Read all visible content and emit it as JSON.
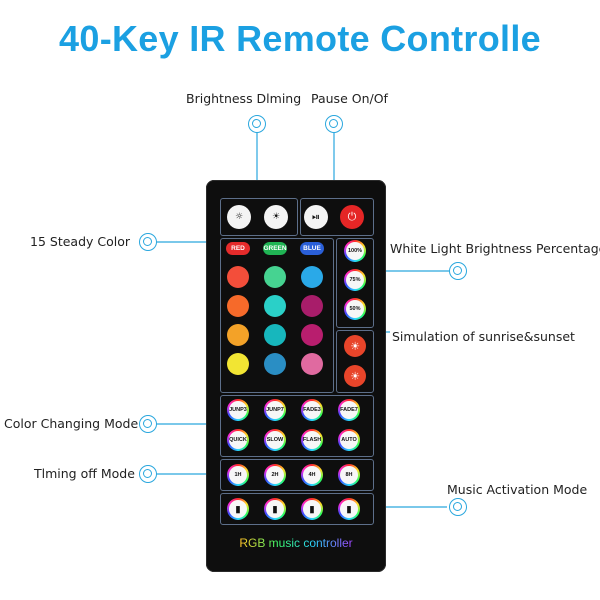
{
  "title": "40-Key IR Remote Controlle",
  "labels": {
    "brightness": "Brightness Dlming",
    "pause": "Pause On/Of",
    "steady": "15 Steady Color",
    "white_light": "White Light Brightness Percentage",
    "sunrise": "Simulation of sunrise&sunset",
    "color_change": "Color Changing Mode",
    "timing": "Tlming off Mode",
    "music": "Music Activation Mode"
  },
  "remote": {
    "brand_text": "RGB music controller",
    "color_row_labels": [
      "RED",
      "GREEN",
      "BLUE"
    ],
    "mode_buttons_row1": [
      "JUNP3",
      "JUNP7",
      "FADE3",
      "FADE7"
    ],
    "mode_buttons_row2": [
      "QUICK",
      "SLOW",
      "FLASH",
      "AUTO"
    ],
    "timer_buttons": [
      "1H",
      "2H",
      "4H",
      "8H"
    ],
    "white_percent": [
      "100%",
      "75%",
      "50%"
    ]
  },
  "colors": {
    "title": "#1ba0e2",
    "accent": "#2aa7de",
    "red": "#e52b2b",
    "green": "#20b454",
    "blue": "#2a5fd8"
  }
}
